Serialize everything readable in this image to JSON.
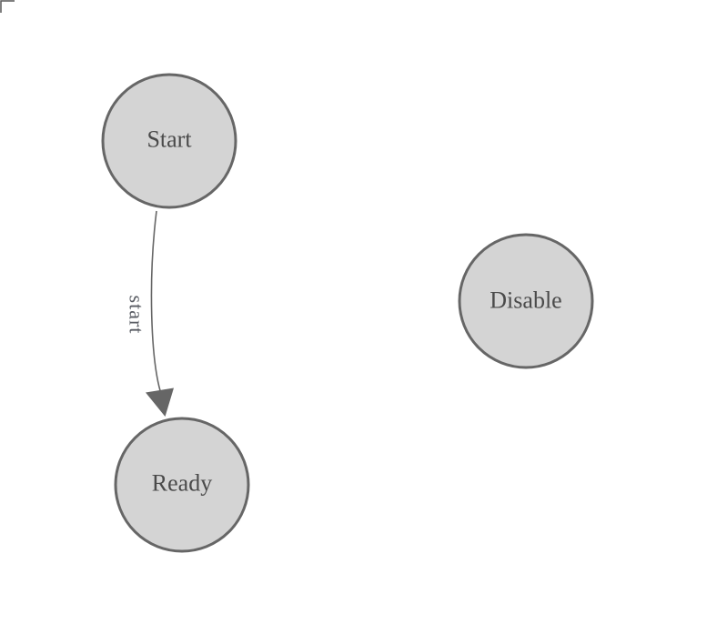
{
  "canvas": {
    "background": "#ffffff",
    "origin_marker_color": "#555555"
  },
  "nodes": [
    {
      "id": "start",
      "label": "Start",
      "fill": "#d4d4d4",
      "stroke": "#666666",
      "text_color": "#4a4a4a"
    },
    {
      "id": "ready",
      "label": "Ready",
      "fill": "#d4d4d4",
      "stroke": "#666666",
      "text_color": "#4a4a4a"
    },
    {
      "id": "disable",
      "label": "Disable",
      "fill": "#d4d4d4",
      "stroke": "#666666",
      "text_color": "#4a4a4a"
    }
  ],
  "edges": [
    {
      "from": "start",
      "to": "ready",
      "label": "start",
      "line_color": "#666666",
      "arrow_color": "#666666",
      "label_color": "#595c63"
    }
  ]
}
